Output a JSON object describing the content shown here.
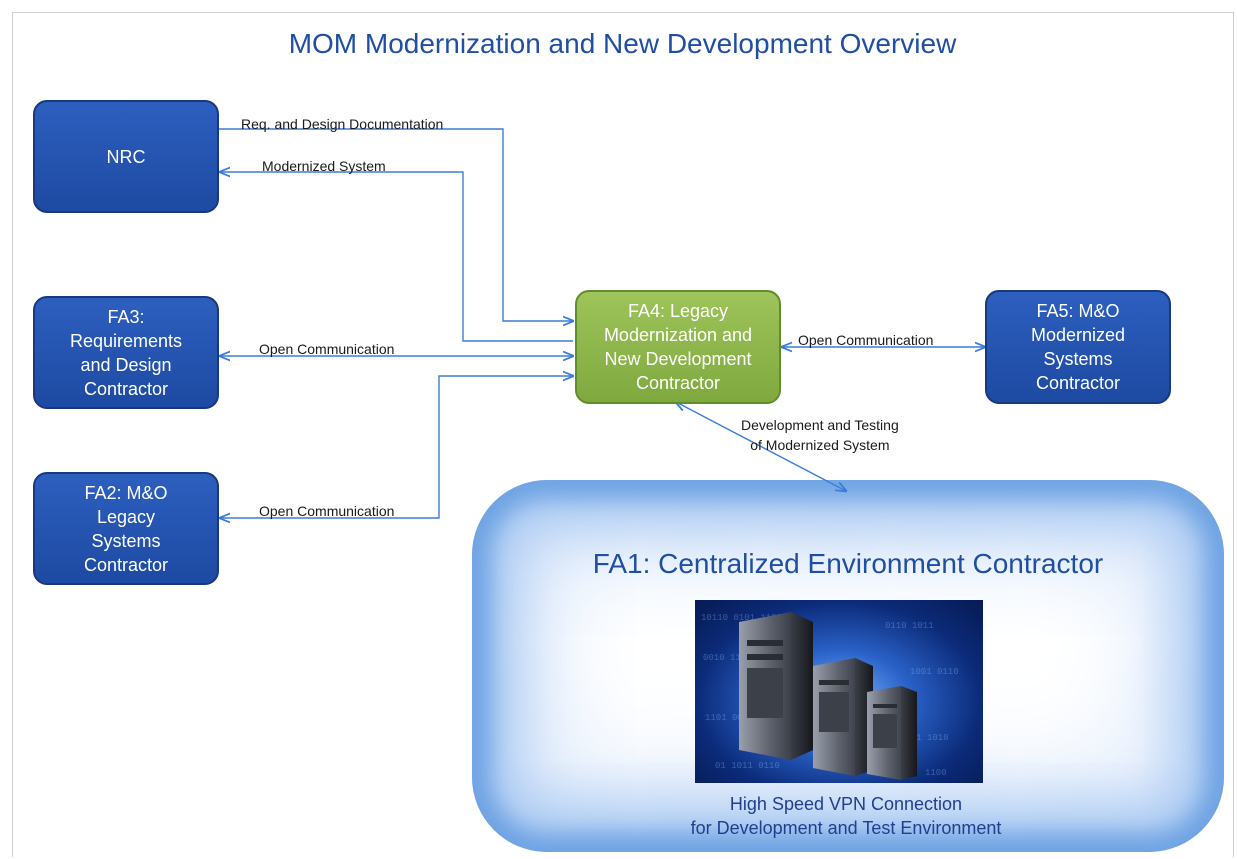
{
  "title": "MOM Modernization and New Development Overview",
  "nodes": {
    "nrc": "NRC",
    "fa3": [
      "FA3:",
      "Requirements",
      "and Design",
      "Contractor"
    ],
    "fa2": [
      "FA2: M&O",
      "Legacy",
      "Systems",
      "Contractor"
    ],
    "fa4": [
      "FA4: Legacy",
      "Modernization and",
      "New Development",
      "Contractor"
    ],
    "fa5": [
      "FA5: M&O",
      "Modernized",
      "Systems",
      "Contractor"
    ]
  },
  "edges": {
    "req_design": "Req. and Design Documentation",
    "modernized_system": "Modernized System",
    "open_comm_fa3": "Open Communication",
    "open_comm_fa2": "Open Communication",
    "open_comm_fa5": "Open Communication",
    "dev_testing": [
      "Development and Testing",
      "of Modernized System"
    ]
  },
  "fa1": {
    "title": "FA1: Centralized Environment Contractor",
    "caption": [
      "High Speed VPN  Connection",
      "for Development and Test Environment"
    ]
  },
  "colors": {
    "box_blue": "#2356b4",
    "box_green": "#8db64c",
    "arrow": "#3b7dd8",
    "title": "#1f4ea3"
  }
}
